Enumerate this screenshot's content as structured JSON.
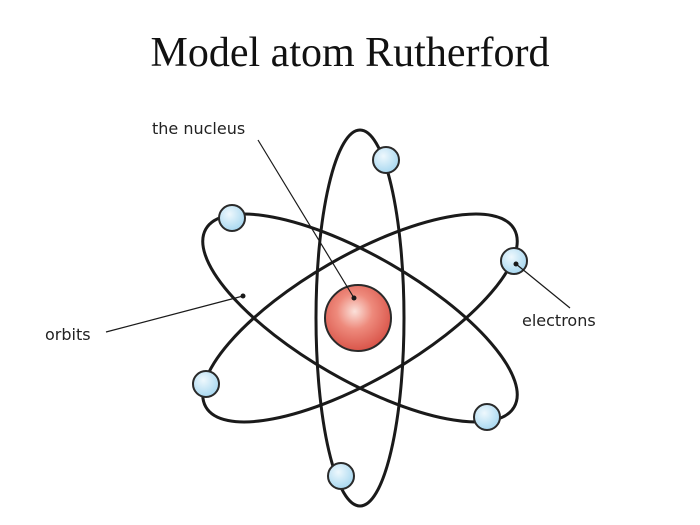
{
  "title": "Model atom Rutherford",
  "labels": {
    "nucleus": "the nucleus",
    "orbits": "orbits",
    "electrons": "electrons"
  },
  "colors": {
    "orbit": "#1a1a1a",
    "nucleus_fill": "#e06a5c",
    "nucleus_highlight": "#f7d3cc",
    "nucleus_stroke": "#2a2a2a",
    "electron_fill": "#bfe3f5",
    "electron_stroke": "#2a2a2a"
  }
}
